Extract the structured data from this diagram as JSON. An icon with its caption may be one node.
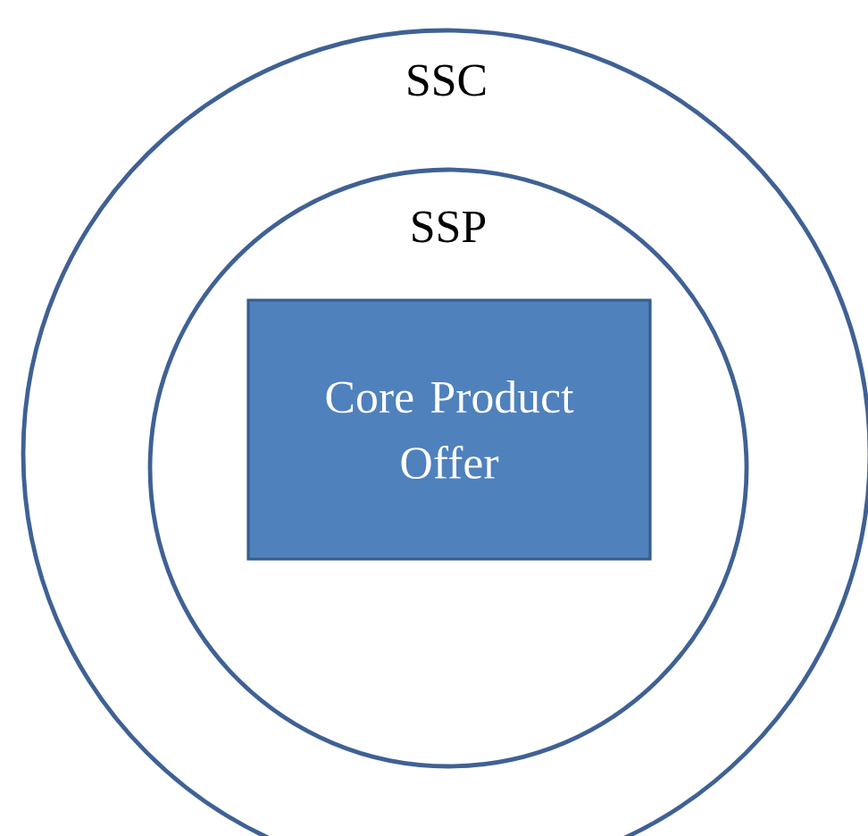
{
  "diagram": {
    "nodes": [
      {
        "text": [
          "SSC"
        ]
      },
      {
        "text": [
          "SSP"
        ],
        "in": 0
      },
      {
        "text": [
          "Core Product Offer"
        ],
        "in": 1
      }
    ]
  }
}
